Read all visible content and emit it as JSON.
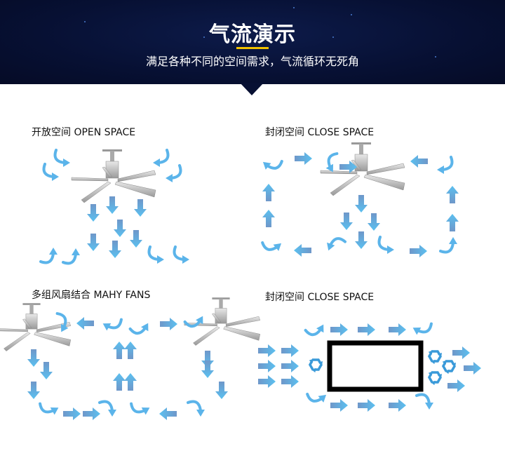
{
  "header": {
    "title": "气流演示",
    "subtitle": "满足各种不同的空间需求，气流循环无死角",
    "accent_color": "#f2c200",
    "background_color": "#071033"
  },
  "panels": [
    {
      "label": "开放空间  OPEN SPACE"
    },
    {
      "label": "封闭空间  CLOSE SPACE"
    },
    {
      "label": "多组风扇结合  MAHY FANS"
    },
    {
      "label": "封闭空间  CLOSE SPACE"
    }
  ],
  "icons": {
    "arrow": "airflow-arrow-icon",
    "fan": "ceiling-fan-icon",
    "recycle": "recycle-icon"
  },
  "arrow_color": "#5aaee6"
}
